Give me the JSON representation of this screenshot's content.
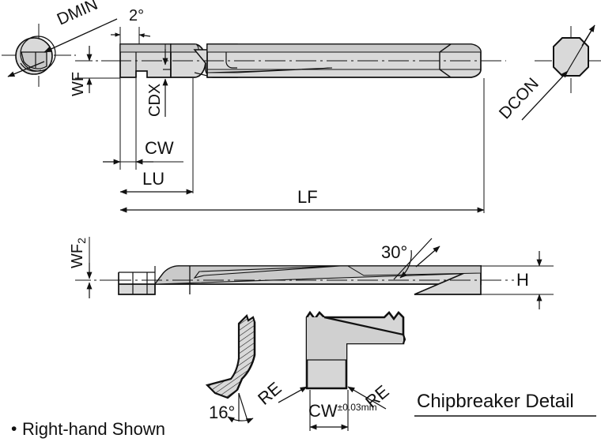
{
  "drawing": {
    "title": "Boring bar technical drawing",
    "colors": {
      "line": "#111111",
      "fill_light": "#d9d9d9",
      "fill_mid": "#c9c9c9",
      "fill_dark": "#b9b9b9",
      "background": "#ffffff"
    },
    "labels": {
      "dmin": "DMIN",
      "angle_top": "2°",
      "wf": "WF",
      "cdx": "CDX",
      "dcon": "DCON",
      "cw": "CW",
      "lu": "LU",
      "lf": "LF",
      "wf2_base": "WF",
      "wf2_sub": "2",
      "angle_30": "30°",
      "h": "H",
      "angle_16": "16°",
      "re_left": "RE",
      "re_right": "RE",
      "cw_detail_base": "CW",
      "cw_detail_tol": "±0.03mm",
      "chipbreaker_detail": "Chipbreaker Detail",
      "footnote": "Right-hand Shown",
      "footnote_bullet": "•"
    },
    "views": {
      "dmin_section": "left end section circle",
      "top_view": "main boring bar top view",
      "dcon_section": "right end shank section octagon",
      "side_view": "boring bar side view",
      "chipbreaker_section": "hatched 16 degree cross section",
      "chipbreaker_profile": "chipbreaker insert profile"
    }
  }
}
